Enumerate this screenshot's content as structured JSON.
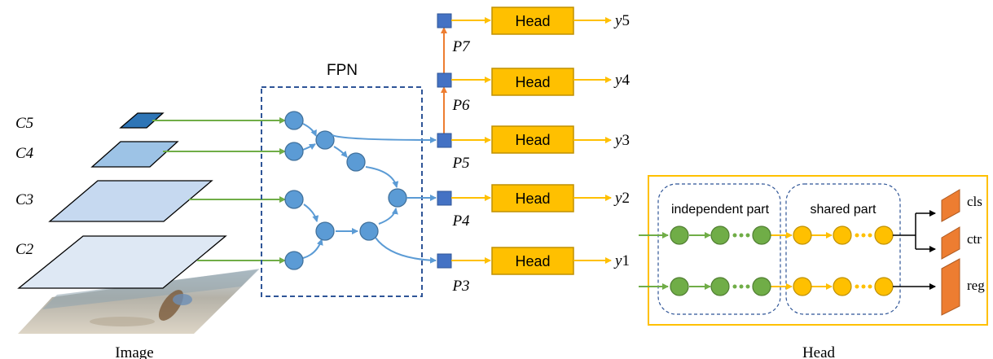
{
  "backbone": {
    "levels": [
      "C5",
      "C4",
      "C3",
      "C2"
    ],
    "image_caption": "Image"
  },
  "fpn": {
    "label": "FPN"
  },
  "pyramid": {
    "levels": [
      "P7",
      "P6",
      "P5",
      "P4",
      "P3"
    ],
    "head_label": "Head",
    "outputs": [
      {
        "var": "y",
        "index": "5"
      },
      {
        "var": "y",
        "index": "4"
      },
      {
        "var": "y",
        "index": "3"
      },
      {
        "var": "y",
        "index": "2"
      },
      {
        "var": "y",
        "index": "1"
      }
    ]
  },
  "head_detail": {
    "caption": "Head",
    "independent_label": "independent part",
    "shared_label": "shared part",
    "outputs": [
      "cls",
      "ctr",
      "reg"
    ]
  },
  "colors": {
    "green_arrow": "#70ad47",
    "blue_arrow": "#5b9bd5",
    "orange_arrow": "#ed7d31",
    "yellow_arrow": "#ffc000",
    "head_fill": "#ffc000",
    "head_stroke": "#bf9000",
    "fpn_node": "#5b9bd5",
    "pyramid_node": "#4472c4",
    "green_node": "#70ad47",
    "yellow_node": "#ffc000",
    "out_box": "#ed7d31",
    "dashed": "#2f5597"
  }
}
